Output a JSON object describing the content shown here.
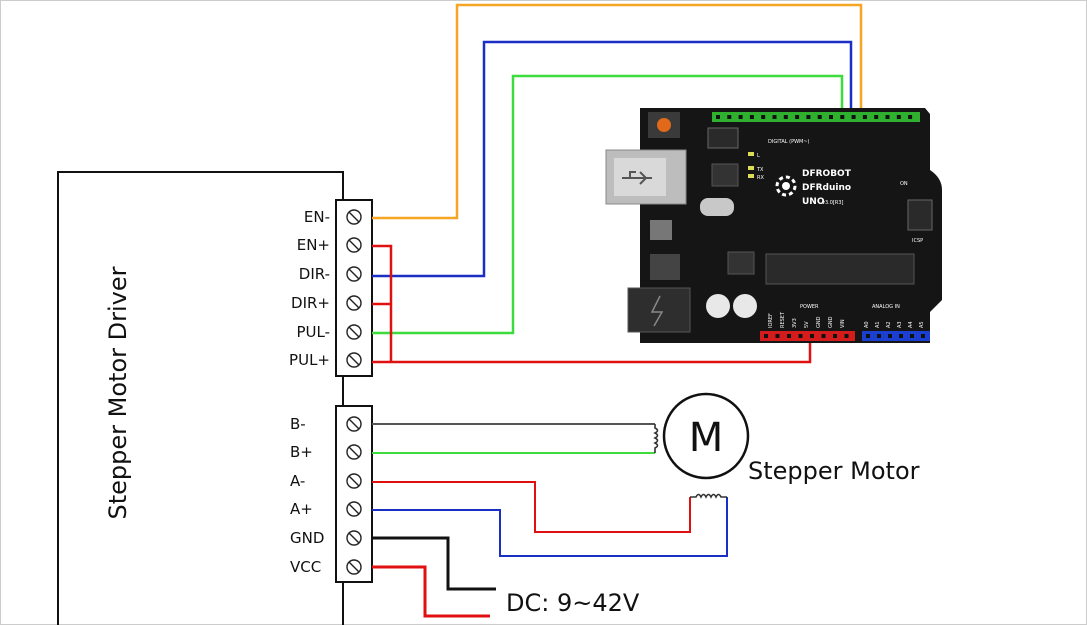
{
  "driver": {
    "title": "Stepper Motor Driver",
    "control_terminals": [
      "EN-",
      "EN+",
      "DIR-",
      "DIR+",
      "PUL-",
      "PUL+"
    ],
    "power_terminals": [
      "B-",
      "B+",
      "A-",
      "A+",
      "GND",
      "VCC"
    ]
  },
  "motor": {
    "symbol": "M",
    "label": "Stepper Motor"
  },
  "power": {
    "label": "DC: 9~42V"
  },
  "board": {
    "brand": "DFROBOT",
    "model": "DFRduino",
    "variant": "UNO",
    "version": "v3.0[R3]",
    "digital_label": "DIGITAL (PWM~)",
    "analog_label": "ANALOG IN",
    "power_label": "POWER",
    "icsp_label": "ICSP",
    "on_label": "ON",
    "led_labels": [
      "L",
      "TX",
      "RX"
    ],
    "power_pins": [
      "IOREF",
      "RESET",
      "3V3",
      "5V",
      "GND",
      "GND",
      "VIN"
    ],
    "analog_pins": [
      "A0",
      "A1",
      "A2",
      "A3",
      "A4",
      "A5"
    ]
  },
  "colors": {
    "orange_wire": "#f5a623",
    "blue_wire": "#1a2fc4",
    "green_wire": "#3ddc3d",
    "red_wire": "#e01010",
    "black_wire": "#111111",
    "gray_wire": "#555555",
    "board": "#151515"
  }
}
